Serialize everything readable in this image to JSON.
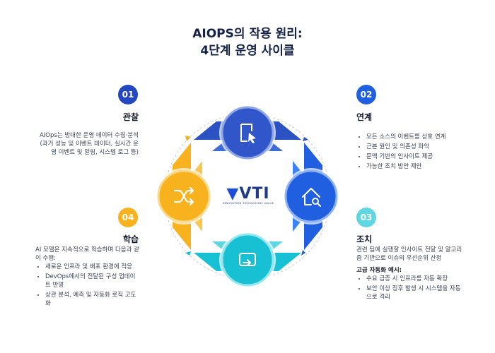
{
  "header": {
    "title_line1": "AIOPS의 작용 원리:",
    "title_line2": "4단계 운영 사이클"
  },
  "colors": {
    "dark_blue": "#1d4ed8",
    "blue": "#2563eb",
    "cyan": "#22c4d6",
    "amber": "#f7b21e",
    "navy": "#14224a"
  },
  "logo": {
    "name": "VTI",
    "tagline": "INNOVATION TECHNOLOGY VALUE"
  },
  "steps": [
    {
      "num": "01",
      "title": "관찰",
      "icon": "document-cursor-icon",
      "body": "AIOps는 방대한 운영 데이터 수집·분석 (과거 성능 및 이벤트 데이터, 실시간  운영 이벤트 및 알림, 시스템 로그 등)"
    },
    {
      "num": "02",
      "title": "연계",
      "icon": "home-search-icon",
      "bullets": [
        "모든 소스의 이벤트를 상호 연계",
        "근본 원인 및 의존성 파악",
        "문맥 기반의 인사이트 제공",
        "가능한 조치 방안 제안"
      ]
    },
    {
      "num": "03",
      "title": "조치",
      "icon": "refresh-loop-icon",
      "body": "관련 팀에 실행할 인사이트 전달 및 알고리즘 기반으로 이슈의 우선순위 산정",
      "subheading": "고급 자동화 예시:",
      "bullets": [
        "수요 급증 시 인프라를 자동 확장",
        "보안 이상 징후 발생 시 시스템을 자동으로 격리"
      ]
    },
    {
      "num": "04",
      "title": "학습",
      "icon": "shuffle-icon",
      "body": "AI 모델은 지속적으로 학습하며 다음과 같이 수행:",
      "bullets": [
        "새로운 인프라 및 배포 환경에 적응",
        "DevOps에서의 전달된 구성 업데이트 반영",
        "상관 분석, 예측 및 자동화 로직 고도화"
      ]
    }
  ]
}
